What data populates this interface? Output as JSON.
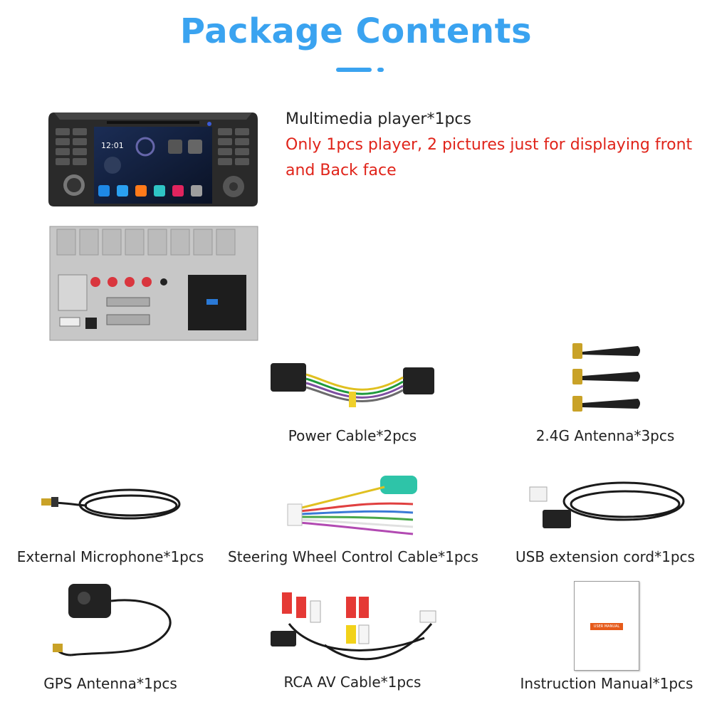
{
  "header": {
    "title": "Package Contents"
  },
  "main_item": {
    "name": "Multimedia player*1pcs",
    "note": "Only 1pcs player, 2 pictures just for displaying front and Back face",
    "screen_time": "12:01"
  },
  "items": {
    "power_cable": "Power Cable*2pcs",
    "antenna_24g": "2.4G Antenna*3pcs",
    "external_mic": "External Microphone*1pcs",
    "steering_cable": "Steering Wheel Control Cable*1pcs",
    "usb_cord": "USB extension cord*1pcs",
    "gps_antenna": "GPS Antenna*1pcs",
    "rca_cable": "RCA AV Cable*1pcs",
    "manual": "Instruction Manual*1pcs"
  },
  "manual_label": "USER MANUAL",
  "colors": {
    "accent_blue": "#3aa3f0",
    "note_red": "#e0241a",
    "text_dark": "#222222"
  }
}
